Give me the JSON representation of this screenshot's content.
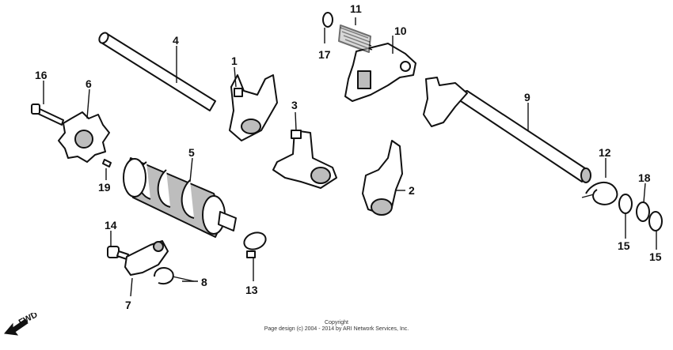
{
  "callouts": {
    "p1": "1",
    "p2": "2",
    "p3": "3",
    "p4": "4",
    "p5": "5",
    "p6": "6",
    "p7": "7",
    "p8": "8",
    "p9": "9",
    "p10": "10",
    "p11": "11",
    "p12": "12",
    "p13": "13",
    "p14": "14",
    "p15a": "15",
    "p15b": "15",
    "p16": "16",
    "p17": "17",
    "p18": "18",
    "p19": "19"
  },
  "direction_marker": {
    "label": "FWD",
    "icon": "arrow-icon"
  },
  "copyright": {
    "line1": "Copyright",
    "line2": "Page design (c) 2004 - 2014 by ARI Network Services, Inc."
  }
}
